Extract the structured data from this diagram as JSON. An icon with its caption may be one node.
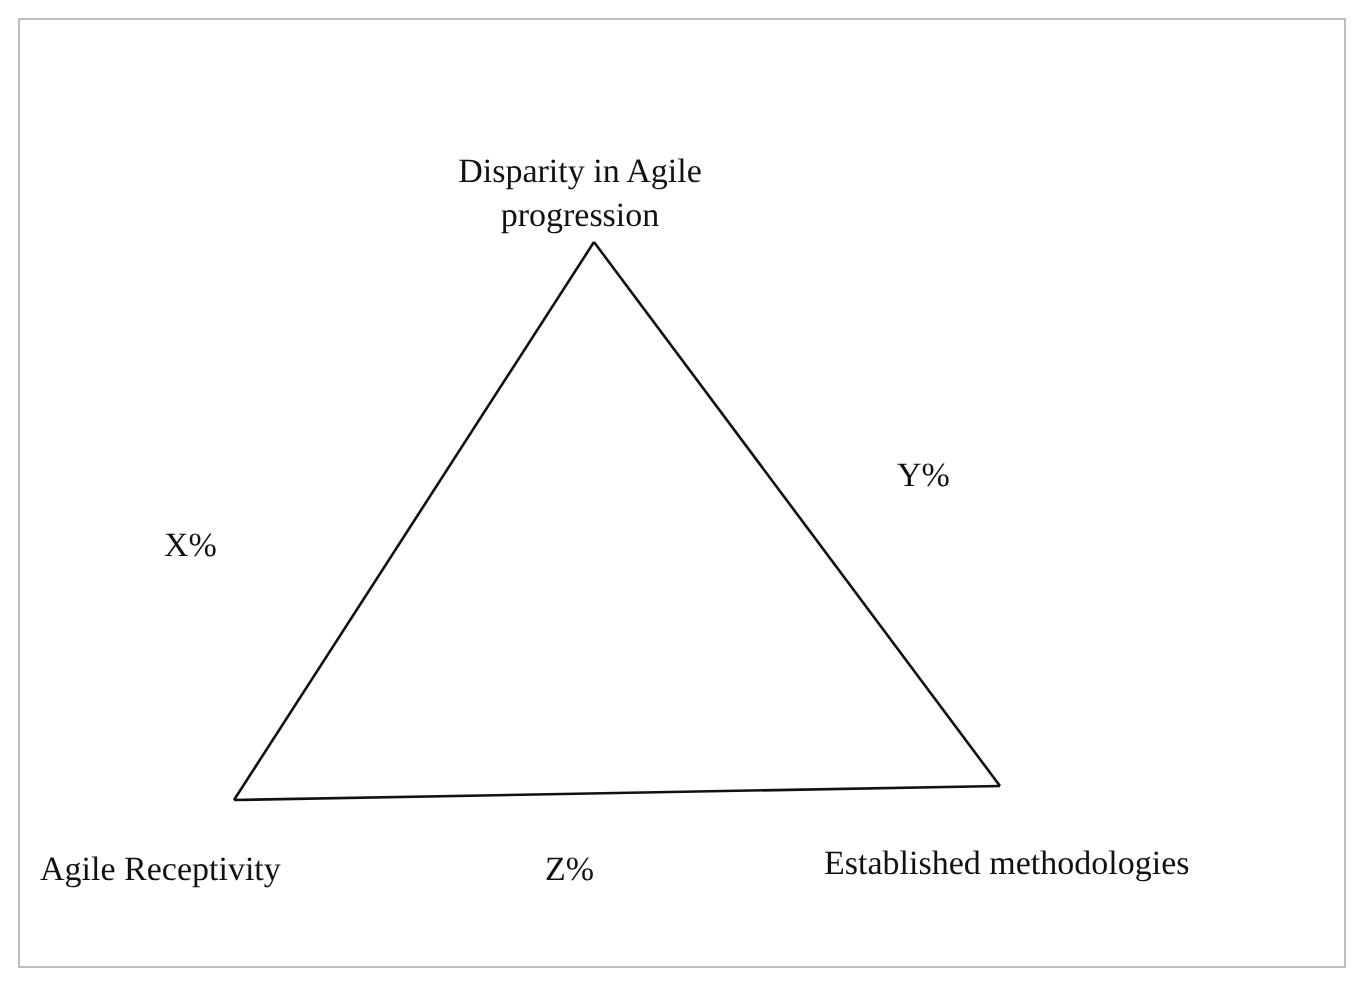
{
  "diagram": {
    "nodes": [
      {
        "text": [
          "Disparity in Agile progression"
        ]
      },
      {
        "text": [
          "Agile Receptivity"
        ]
      },
      {
        "text": [
          "Established methodologies"
        ]
      }
    ],
    "edges": [
      {
        "from": 0,
        "to": 1,
        "arrow": "none",
        "label": "X%"
      },
      {
        "from": 0,
        "to": 2,
        "arrow": "none",
        "label": "Y%"
      },
      {
        "from": 1,
        "to": 2,
        "arrow": "none",
        "label": "Z%"
      }
    ]
  }
}
